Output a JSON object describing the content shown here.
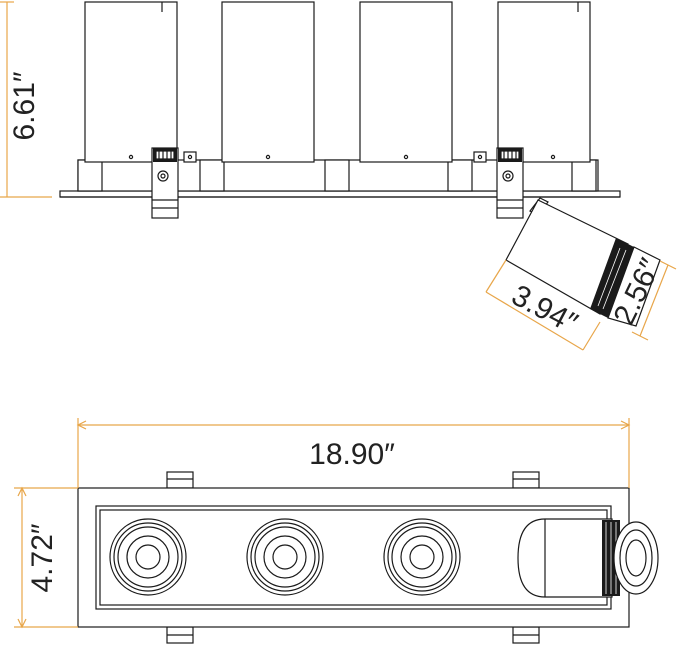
{
  "dimensions": {
    "side_height": "6.61″",
    "module_length": "3.94″",
    "module_diameter": "2.56″",
    "total_length": "18.90″",
    "total_width": "4.72″"
  },
  "colors": {
    "dimension_line": "#e8a64a",
    "outline": "#1a1a1a",
    "background": "#ffffff"
  }
}
